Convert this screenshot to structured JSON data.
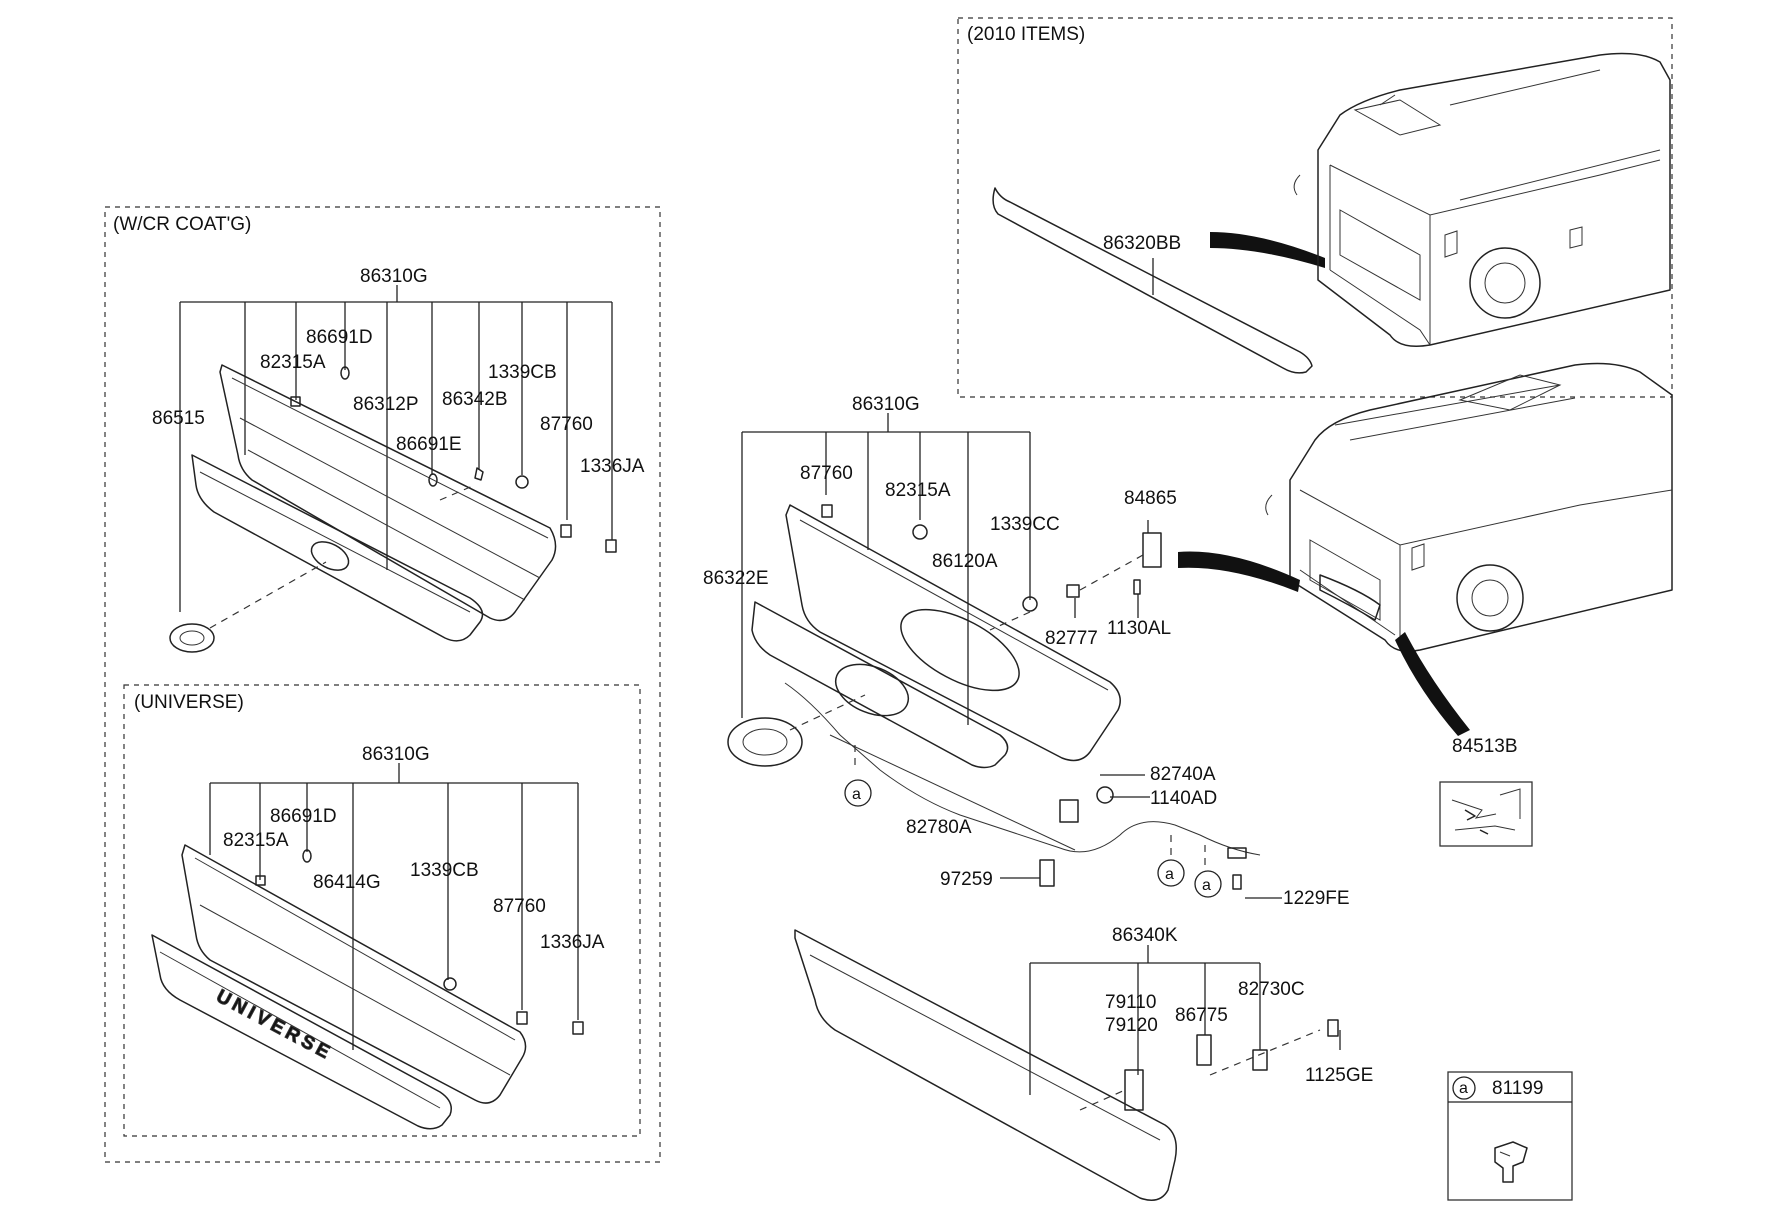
{
  "sections": {
    "crcoat": "(W/CR COAT'G)",
    "universe": "(UNIVERSE)",
    "items2010": "(2010 ITEMS)"
  },
  "labels": {
    "tl_86310G": "86310G",
    "tl_86691D": "86691D",
    "tl_82315A": "82315A",
    "tl_1339CB": "1339CB",
    "tl_86312P": "86312P",
    "tl_86342B": "86342B",
    "tl_86515": "86515",
    "tl_87760": "87760",
    "tl_86691E": "86691E",
    "tl_1336JA": "1336JA",
    "bl_86310G": "86310G",
    "bl_86691D": "86691D",
    "bl_82315A": "82315A",
    "bl_86414G": "86414G",
    "bl_1339CB": "1339CB",
    "bl_87760": "87760",
    "bl_1336JA": "1336JA",
    "c_86310G": "86310G",
    "c_87760": "87760",
    "c_82315A": "82315A",
    "c_1339CC": "1339CC",
    "c_86120A": "86120A",
    "c_86322E": "86322E",
    "c_84865": "84865",
    "c_82777": "82777",
    "c_1130AL": "1130AL",
    "c_82740A": "82740A",
    "c_1140AD": "1140AD",
    "c_82780A": "82780A",
    "c_97259": "97259",
    "c_1229FE": "1229FE",
    "c_86340K": "86340K",
    "c_79110": "79110",
    "c_79120": "79120",
    "c_86775": "86775",
    "c_82730C": "82730C",
    "c_1125GE": "1125GE",
    "r_86320BB": "86320BB",
    "r_84513B": "84513B",
    "r_81199": "81199"
  },
  "callouts": {
    "a": "a"
  }
}
